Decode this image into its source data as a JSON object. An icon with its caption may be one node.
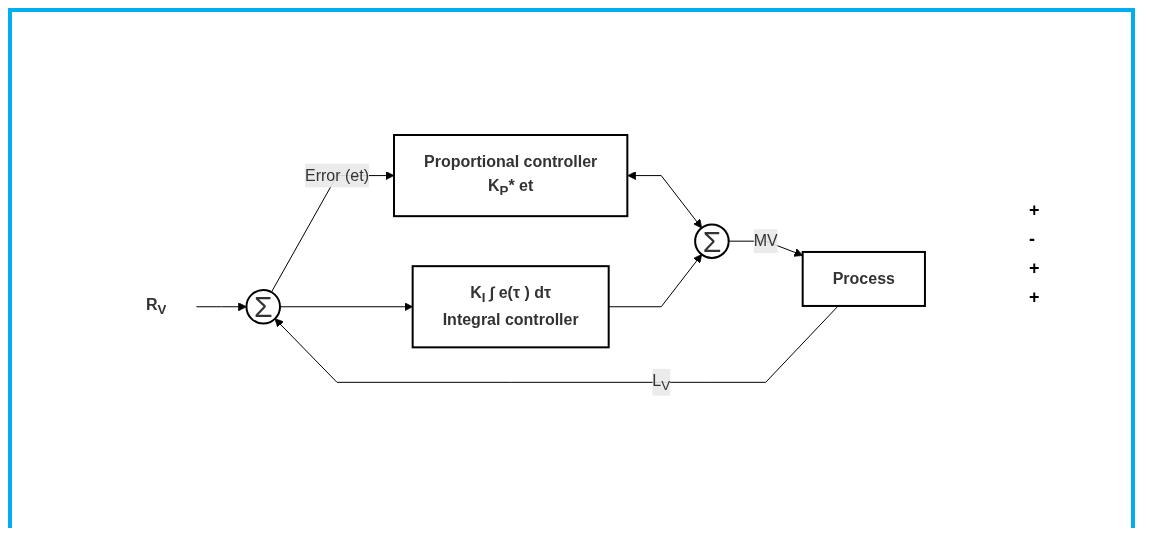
{
  "diagram": {
    "nodes": [
      {
        "text": [
          "R$_{V}$"
        ]
      },
      {
        "text": [
          "Σ"
        ]
      },
      {
        "text": [
          "Proportional controller",
          "K$_{P}$* et"
        ]
      },
      {
        "text": [
          "K$_{I}$ ∫ e(τ ) dτ",
          "Integral controller"
        ]
      },
      {
        "text": [
          "Σ"
        ]
      },
      {
        "text": [
          "Process"
        ]
      }
    ],
    "edges": [
      {
        "from": 0,
        "to": 1,
        "arrow": "to"
      },
      {
        "from": 1,
        "to": 2,
        "arrow": "to",
        "label": "Error (et)"
      },
      {
        "from": 1,
        "to": 3,
        "arrow": "to"
      },
      {
        "from": 2,
        "to": 4,
        "arrow": "both"
      },
      {
        "from": 3,
        "to": 4,
        "arrow": "to"
      },
      {
        "from": 4,
        "to": 5,
        "arrow": "to",
        "label": "MV"
      },
      {
        "from": 5,
        "to": 1,
        "arrow": "to",
        "label": "L$_{V}$"
      }
    ],
    "labels": [
      "+",
      "-",
      "+",
      "+"
    ]
  }
}
